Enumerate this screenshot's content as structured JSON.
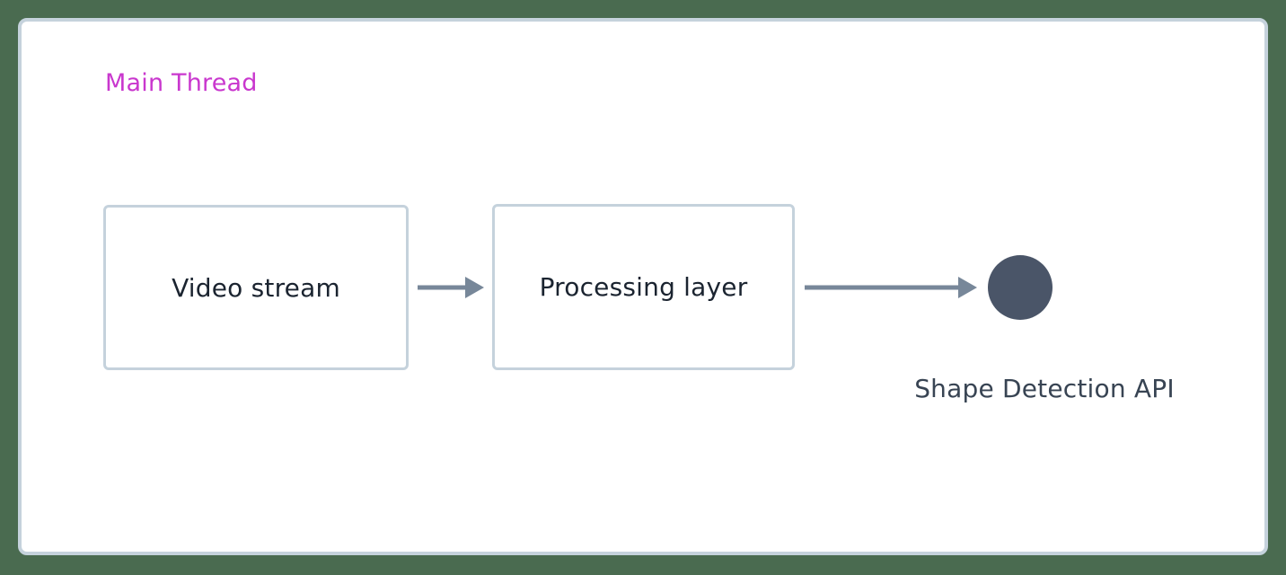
{
  "canvas": {
    "background_color": "#4a6b50",
    "panel_background": "#ffffff",
    "panel_border_color": "#c5d2dc"
  },
  "diagram": {
    "type": "flow-diagram",
    "lane": {
      "title": "Main Thread",
      "title_color": "#c937ce"
    },
    "nodes": [
      {
        "id": "video-stream",
        "shape": "rounded-rectangle",
        "label": "Video stream",
        "border_color": "#c5d2dc",
        "fill_color": "#ffffff",
        "text_color": "#1b2430"
      },
      {
        "id": "processing-layer",
        "shape": "rounded-rectangle",
        "label": "Processing layer",
        "border_color": "#c5d2dc",
        "fill_color": "#ffffff",
        "text_color": "#1b2430"
      },
      {
        "id": "shape-detection-api",
        "shape": "circle",
        "label": "Shape Detection API",
        "fill_color": "#4a5568",
        "text_color": "#384453"
      }
    ],
    "edges": [
      {
        "id": "edge-video-to-processing",
        "from": "video-stream",
        "to": "processing-layer",
        "style": "solid-arrow",
        "color": "#778799"
      },
      {
        "id": "edge-processing-to-api",
        "from": "processing-layer",
        "to": "shape-detection-api",
        "style": "solid-arrow",
        "color": "#778799"
      }
    ]
  }
}
